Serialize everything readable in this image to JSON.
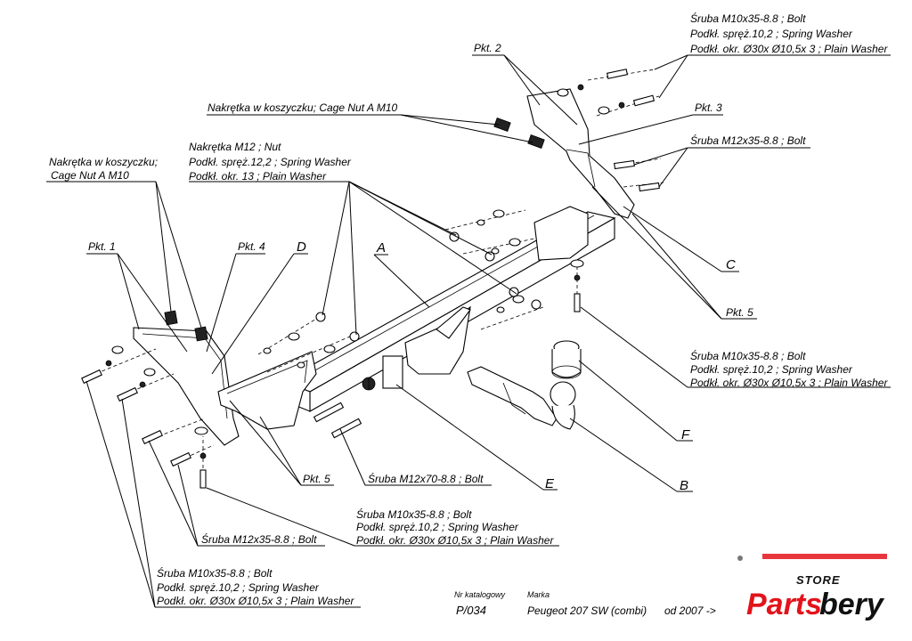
{
  "labels": {
    "bolt_top_right_1": "Śruba M10x35-8.8 ;  Bolt",
    "bolt_top_right_2": "Podkł. spręż.10,2 ; Spring Washer",
    "bolt_top_right_3": "Podkł. okr.  Ø30x Ø10,5x 3 ; Plain Washer",
    "pkt2": "Pkt. 2",
    "cage_nut_top": "Nakrętka w koszyczku; Cage Nut A M10",
    "pkt3": "Pkt. 3",
    "bolt_m12_right": "Śruba M12x35-8.8 ;  Bolt",
    "nut_1": "Nakrętka  M12 ; Nut",
    "nut_2": "Podkł. spręż.12,2 ; Spring Washer",
    "nut_3": "Podkł. okr. 13 ; Plain Washer",
    "cage_nut_left_1": "Nakrętka w koszyczku;",
    "cage_nut_left_2": "Cage Nut A M10",
    "pkt1": "Pkt. 1",
    "pkt4": "Pkt. 4",
    "letter_d": "D",
    "letter_a": "A",
    "letter_c": "C",
    "pkt5_right": "Pkt. 5",
    "bolt_mid_right_1": "Śruba M10x35-8.8 ;  Bolt",
    "bolt_mid_right_2": "Podkł. spręż.10,2 ; Spring Washer",
    "bolt_mid_right_3": "Podkł. okr.  Ø30x Ø10,5x 3 ; Plain Washer",
    "letter_f": "F",
    "letter_b": "B",
    "letter_e": "E",
    "pkt5_left": "Pkt. 5",
    "bolt_m12x70": "Śruba M12x70-8.8 ;  Bolt",
    "bolt_bottom_mid_1": "Śruba M10x35-8.8 ;  Bolt",
    "bolt_bottom_mid_2": "Podkł. spręż.10,2 ; Spring Washer",
    "bolt_bottom_mid_3": "Podkł. okr.  Ø30x Ø10,5x 3 ; Plain Washer",
    "bolt_m12_left": "Śruba M12x35-8.8 ;  Bolt",
    "bolt_bottom_left_1": "Śruba M10x35-8.8 ;  Bolt",
    "bolt_bottom_left_2": "Podkł. spręż.10,2 ; Spring Washer",
    "bolt_bottom_left_3": "Podkł. okr.  Ø30x Ø10,5x 3 ; Plain Washer"
  },
  "title_block": {
    "catalog_label": "Nr katalogowy",
    "catalog_number": "P/034",
    "make_label": "Marka",
    "vehicle": "Peugeot 207 SW (combi)",
    "year": "od  2007 ->"
  },
  "logo": {
    "store": "STORE",
    "parts": "Parts",
    "bery": "bery",
    "brand_red": "#e3131b",
    "brand_dark": "#111111"
  }
}
